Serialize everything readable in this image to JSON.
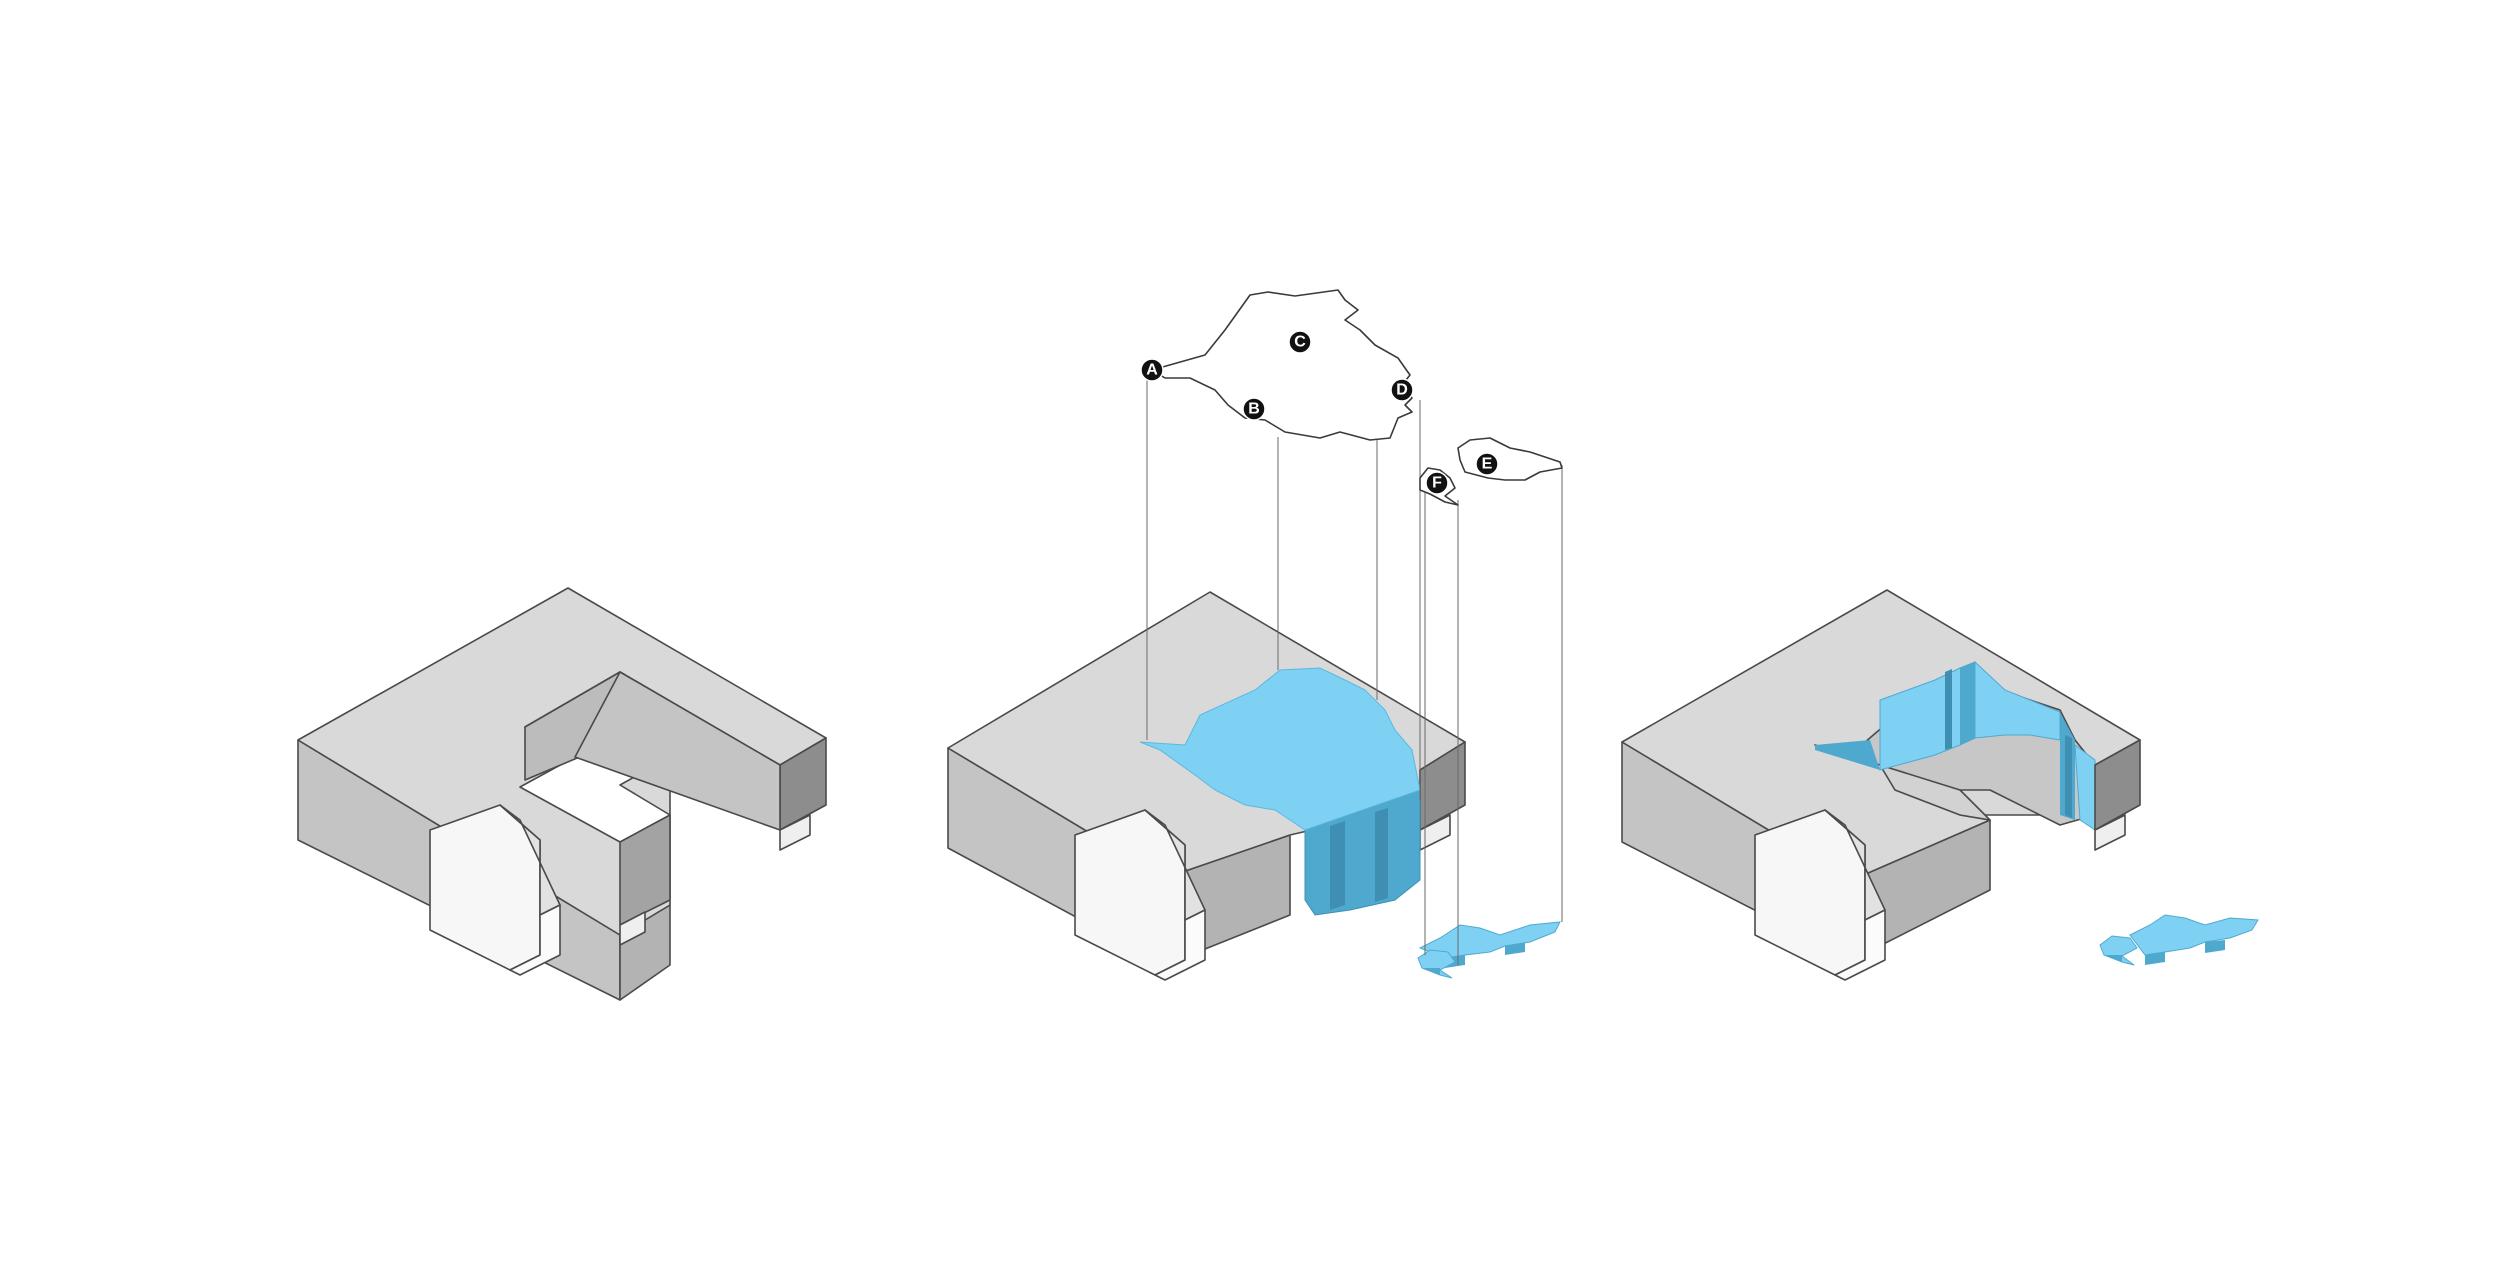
{
  "diagram": {
    "panels": [
      "building-mass",
      "building-mass-with-projection",
      "building-mass-with-carved-void"
    ],
    "markers": [
      {
        "id": "marker-a",
        "label": "A"
      },
      {
        "id": "marker-b",
        "label": "B"
      },
      {
        "id": "marker-c",
        "label": "C"
      },
      {
        "id": "marker-d",
        "label": "D"
      },
      {
        "id": "marker-e",
        "label": "E"
      },
      {
        "id": "marker-f",
        "label": "F"
      }
    ],
    "colors": {
      "top": "#d9d9d9",
      "left": "#c4c4c4",
      "right": "#a3a3a3",
      "dark": "#8d8d8d",
      "house_light": "#f7f7f7",
      "house_shade": "#e2e2e2",
      "water_top": "#7fd1f3",
      "water_side": "#4fa9cf",
      "water_dark": "#3f8fb3"
    }
  }
}
